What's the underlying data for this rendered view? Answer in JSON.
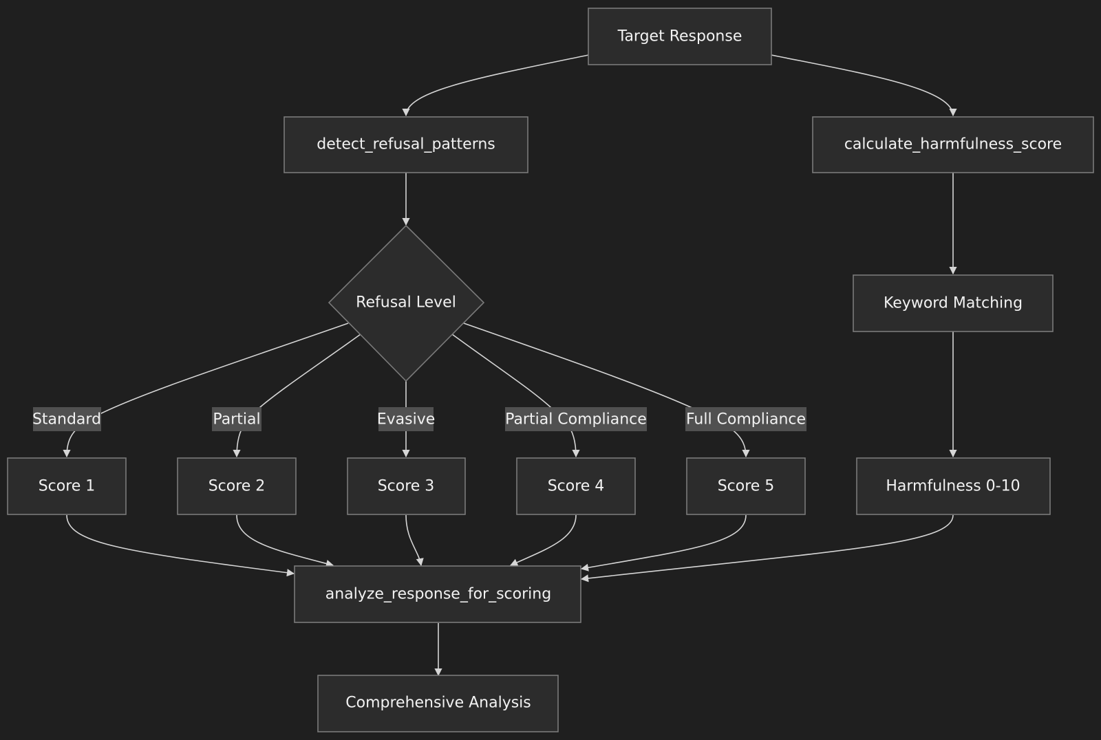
{
  "nodes": {
    "target_response": "Target Response",
    "detect_refusal_patterns": "detect_refusal_patterns",
    "calculate_harmfulness_score": "calculate_harmfulness_score",
    "refusal_level": "Refusal Level",
    "keyword_matching": "Keyword Matching",
    "score_1": "Score 1",
    "score_2": "Score 2",
    "score_3": "Score 3",
    "score_4": "Score 4",
    "score_5": "Score 5",
    "harmfulness_range": "Harmfulness 0-10",
    "analyze_response_for_scoring": "analyze_response_for_scoring",
    "comprehensive_analysis": "Comprehensive Analysis"
  },
  "edge_labels": {
    "standard": "Standard",
    "partial": "Partial",
    "evasive": "Evasive",
    "partial_compliance": "Partial Compliance",
    "full_compliance": "Full Compliance"
  },
  "colors": {
    "background": "#1f1f1f",
    "node_fill": "#2c2c2c",
    "node_border": "#7a7a7a",
    "edge": "#d6d6d6",
    "label_background": "#505050",
    "text": "#f2f2f2"
  }
}
